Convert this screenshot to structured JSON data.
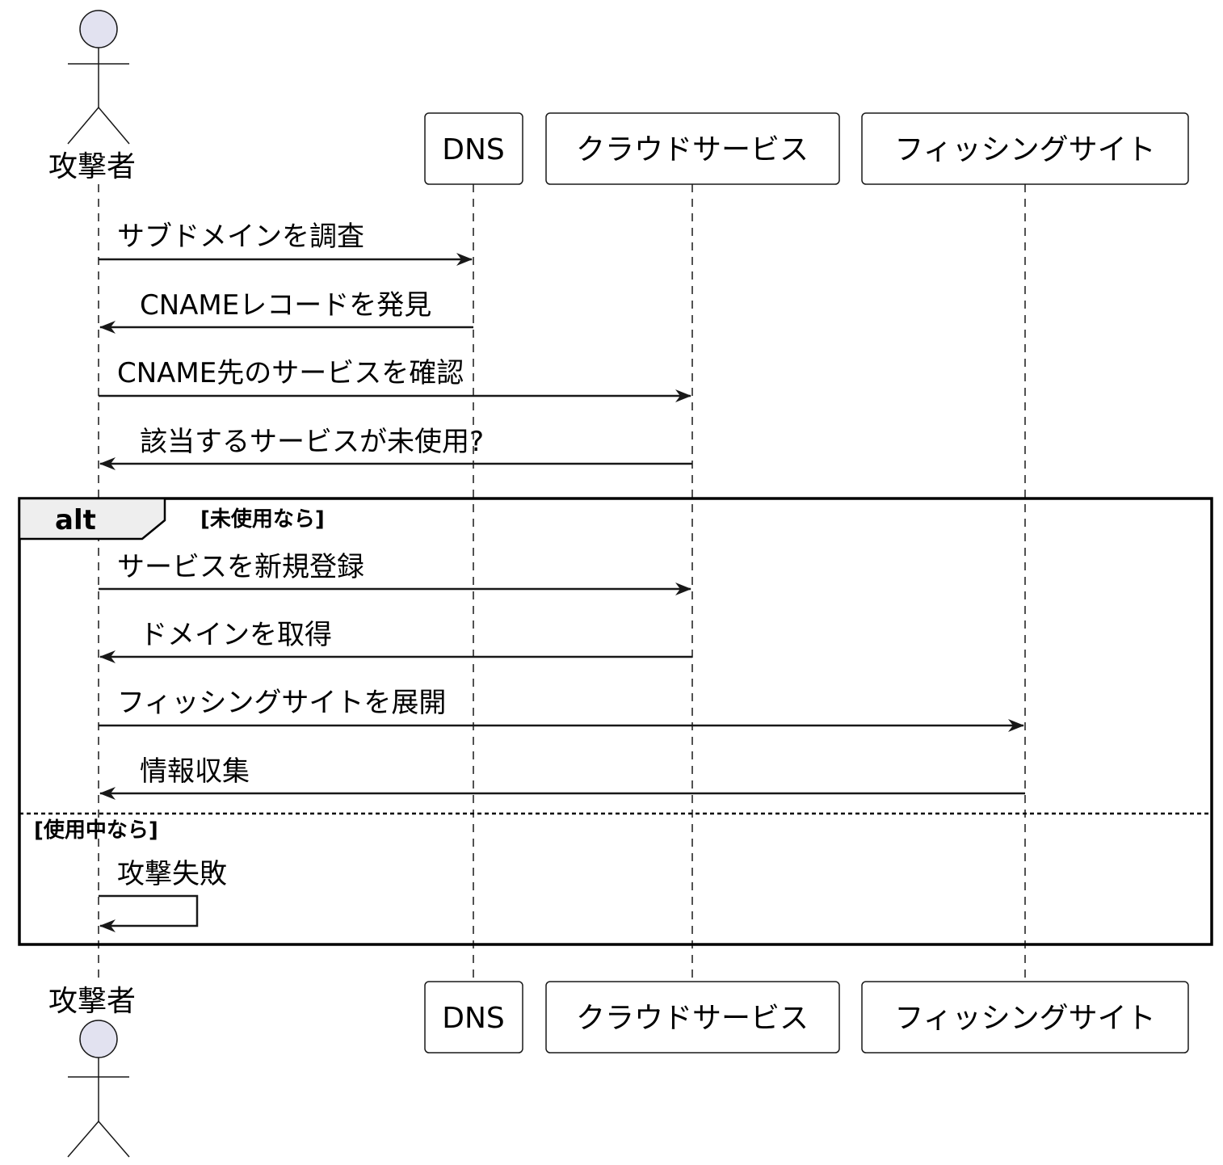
{
  "participants": {
    "attacker": "攻撃者",
    "dns": "DNS",
    "cloud": "クラウドサービス",
    "phishing": "フィッシングサイト"
  },
  "messages": [
    {
      "text": "サブドメインを調査",
      "from": "attacker",
      "to": "dns"
    },
    {
      "text": "CNAMEレコードを発見",
      "from": "dns",
      "to": "attacker"
    },
    {
      "text": "CNAME先のサービスを確認",
      "from": "attacker",
      "to": "cloud"
    },
    {
      "text": "該当するサービスが未使用?",
      "from": "cloud",
      "to": "attacker"
    },
    {
      "text": "サービスを新規登録",
      "from": "attacker",
      "to": "cloud"
    },
    {
      "text": "ドメインを取得",
      "from": "cloud",
      "to": "attacker"
    },
    {
      "text": "フィッシングサイトを展開",
      "from": "attacker",
      "to": "phishing"
    },
    {
      "text": "情報収集",
      "from": "phishing",
      "to": "attacker"
    },
    {
      "text": "攻撃失敗",
      "from": "attacker",
      "to": "attacker"
    }
  ],
  "fragment": {
    "keyword": "alt",
    "guard1": "[未使用なら]",
    "guard2": "[使用中なら]"
  },
  "colors": {
    "actor_fill": "#e2e2f0",
    "line": "#181818",
    "fragment_header": "#eeeeee"
  }
}
